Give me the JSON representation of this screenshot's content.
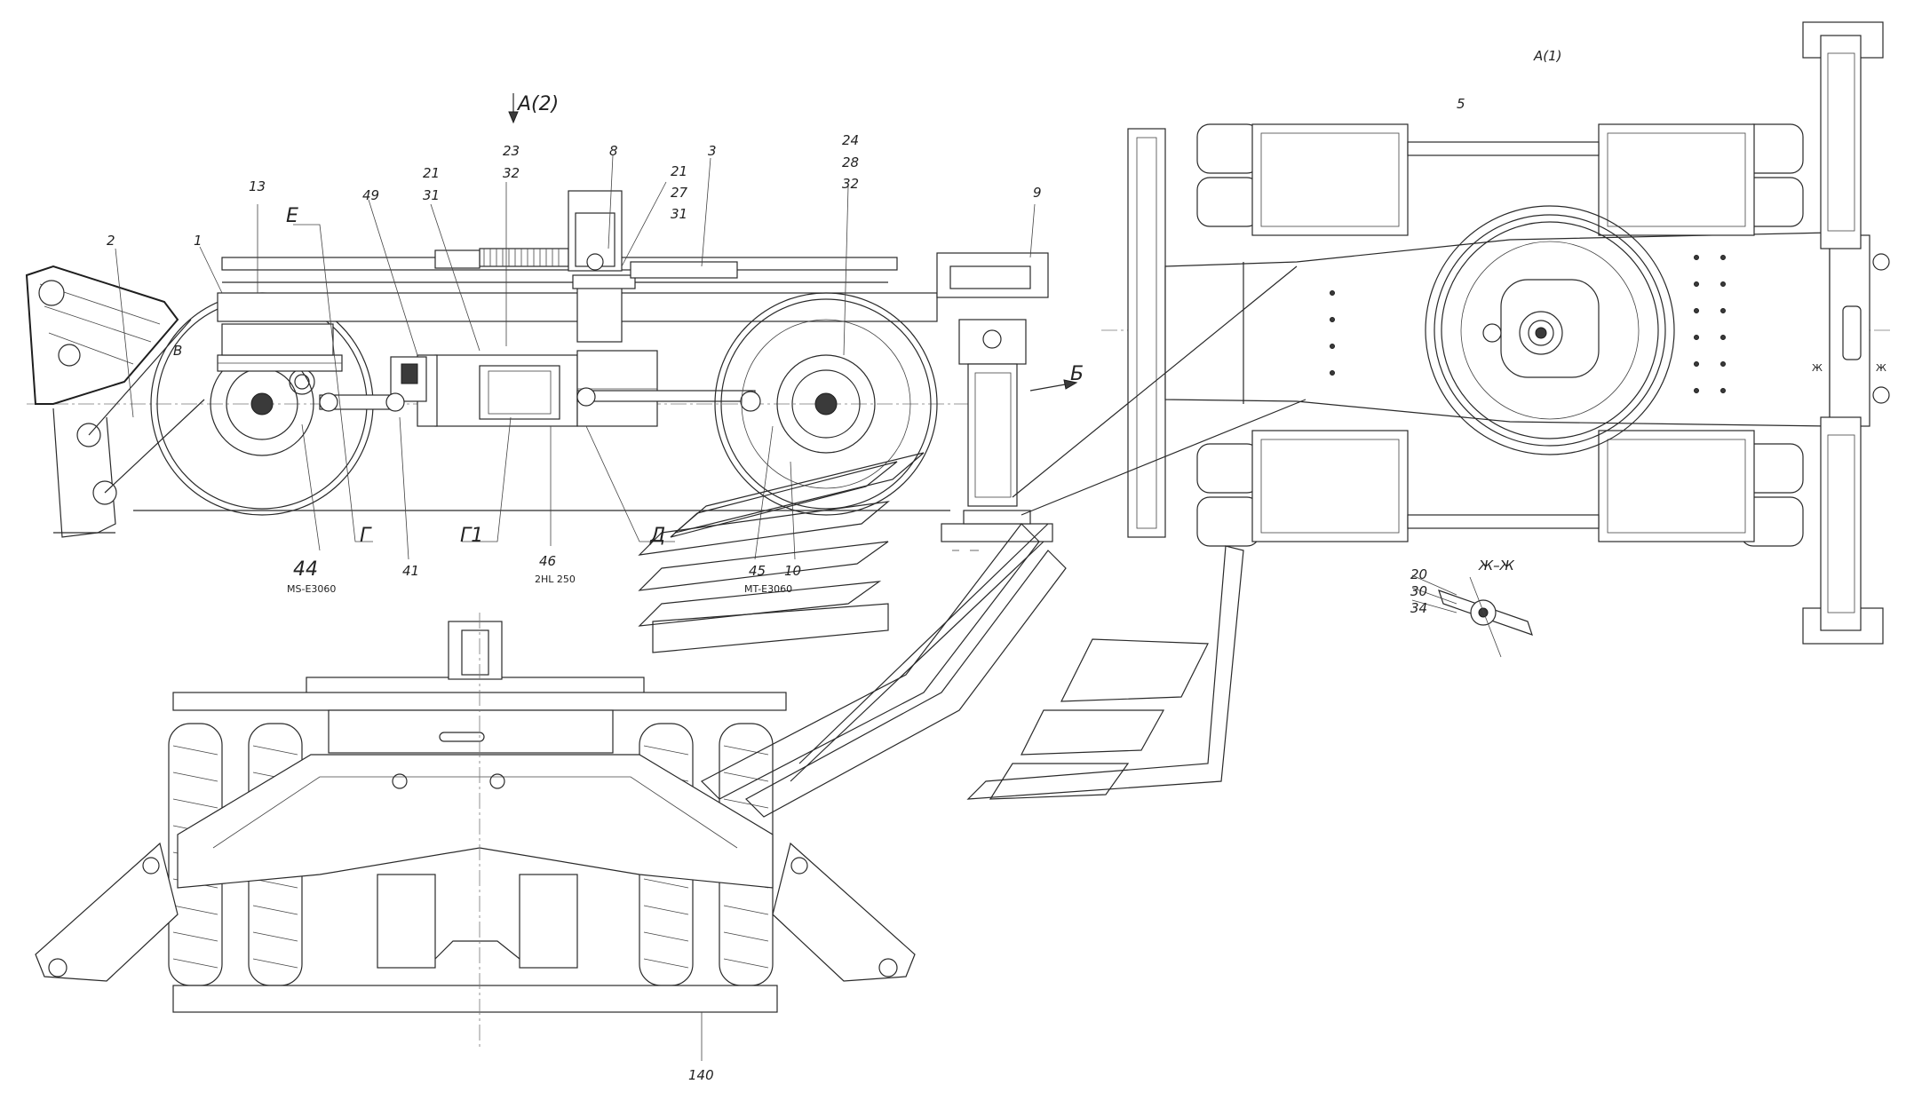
{
  "views": {
    "side_arrow": "A(2)",
    "top_view": "A(1)",
    "section_zh": "Ж–Ж",
    "section_mark_b": "Б",
    "section_mark_e": "Е",
    "section_mark_g": "Г",
    "section_mark_g1": "Г1",
    "section_mark_d": "Д",
    "section_mark_v": "В",
    "zh_mark": "Ж"
  },
  "callouts": {
    "c1": "1",
    "c2": "2",
    "c3": "3",
    "c5": "5",
    "c8": "8",
    "c9": "9",
    "c10": "10",
    "c13": "13",
    "c21a": "21",
    "c31a": "31",
    "c23": "23",
    "c32a": "32",
    "c21b": "21",
    "c27": "27",
    "c31b": "31",
    "c24": "24",
    "c28": "28",
    "c32b": "32",
    "c49": "49",
    "c41": "41",
    "c44": "44",
    "c46": "46",
    "c45": "45",
    "c20": "20",
    "c30": "30",
    "c34": "34",
    "c140": "140"
  },
  "models": {
    "axle_front": "MS-E3060",
    "gearbox": "2HL 250",
    "axle_rear": "MT-E3060"
  }
}
